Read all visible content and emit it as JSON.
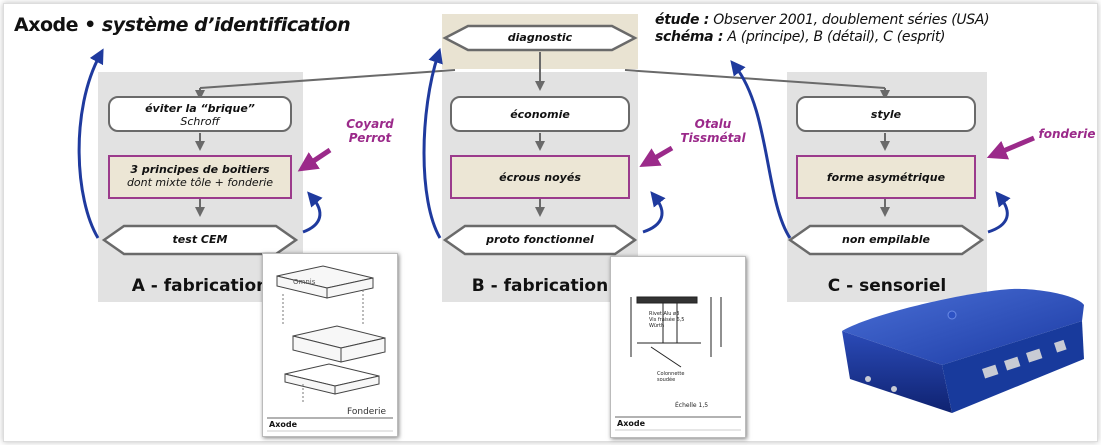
{
  "title": {
    "bold": "Axode •",
    "italic": "système d’identification"
  },
  "info": {
    "line1_label": "étude :",
    "line1_text": "Observer 2001, doublement séries (USA)",
    "line2_label": "schéma :",
    "line2_text": "A (principe), B (détail), C (esprit)"
  },
  "diagnostic": "diagnostic",
  "columns": [
    {
      "top": "éviter la “brique”",
      "top_sub": "Schroff",
      "mid": "3 principes de boitiers",
      "mid_sub": "dont mixte tôle + fonderie",
      "bottom": "test CEM",
      "label": "A - fabrication",
      "note": "Coyard\nPerrot"
    },
    {
      "top": "économie",
      "top_sub": "",
      "mid": "écrous noyés",
      "mid_sub": "",
      "bottom": "proto fonctionnel",
      "label": "B - fabrication",
      "note": "Otalu\nTissmétal"
    },
    {
      "top": "style",
      "top_sub": "",
      "mid": "forme asymétrique",
      "mid_sub": "",
      "bottom": "non empilable",
      "label": "C - sensoriel",
      "note": "fonderie"
    }
  ],
  "doc_a": {
    "caption": "Fonderie",
    "brand": "Axode",
    "logo": "Omnis"
  },
  "doc_b": {
    "caption": "Échelle 1,5",
    "brand": "Axode",
    "callout": "Rivet Alu ø3\nVis fraisée 6,5\nWürth",
    "callout2": "Colonnette\nsoudée"
  },
  "colors": {
    "column_bg": "#e2e2e2",
    "accent_purple": "#9b2a8a",
    "arrow_blue": "#1f3a9e",
    "beige": "#ece6d5"
  }
}
